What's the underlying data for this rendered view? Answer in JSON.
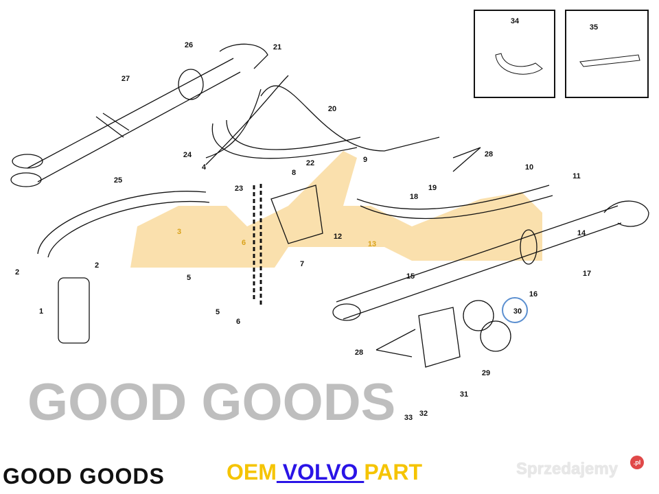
{
  "diagram": {
    "callouts": [
      "34",
      "35",
      "26",
      "21",
      "27",
      "20",
      "28",
      "22",
      "9",
      "8",
      "24",
      "25",
      "4",
      "23",
      "19",
      "18",
      "10",
      "11",
      "14",
      "12",
      "13",
      "3",
      "6",
      "7",
      "5",
      "5",
      "6",
      "2",
      "2",
      "1",
      "15",
      "16",
      "17",
      "30",
      "28",
      "29",
      "31",
      "32",
      "33"
    ],
    "highlighted_callout": "30",
    "highlight_color": "#5b8fd0"
  },
  "watermark": {
    "text": "GOOD GOODS",
    "color": "#8a8a8a",
    "accent": "#f5b830"
  },
  "footer": {
    "logo_text": "GOOD GOODS",
    "oem": "OEM",
    "brand": " VOLVO ",
    "part": "PART",
    "site": "Sprzedajemy",
    "site_badge": ".pl",
    "oem_color": "#f5c400",
    "brand_color": "#2a14e6"
  }
}
